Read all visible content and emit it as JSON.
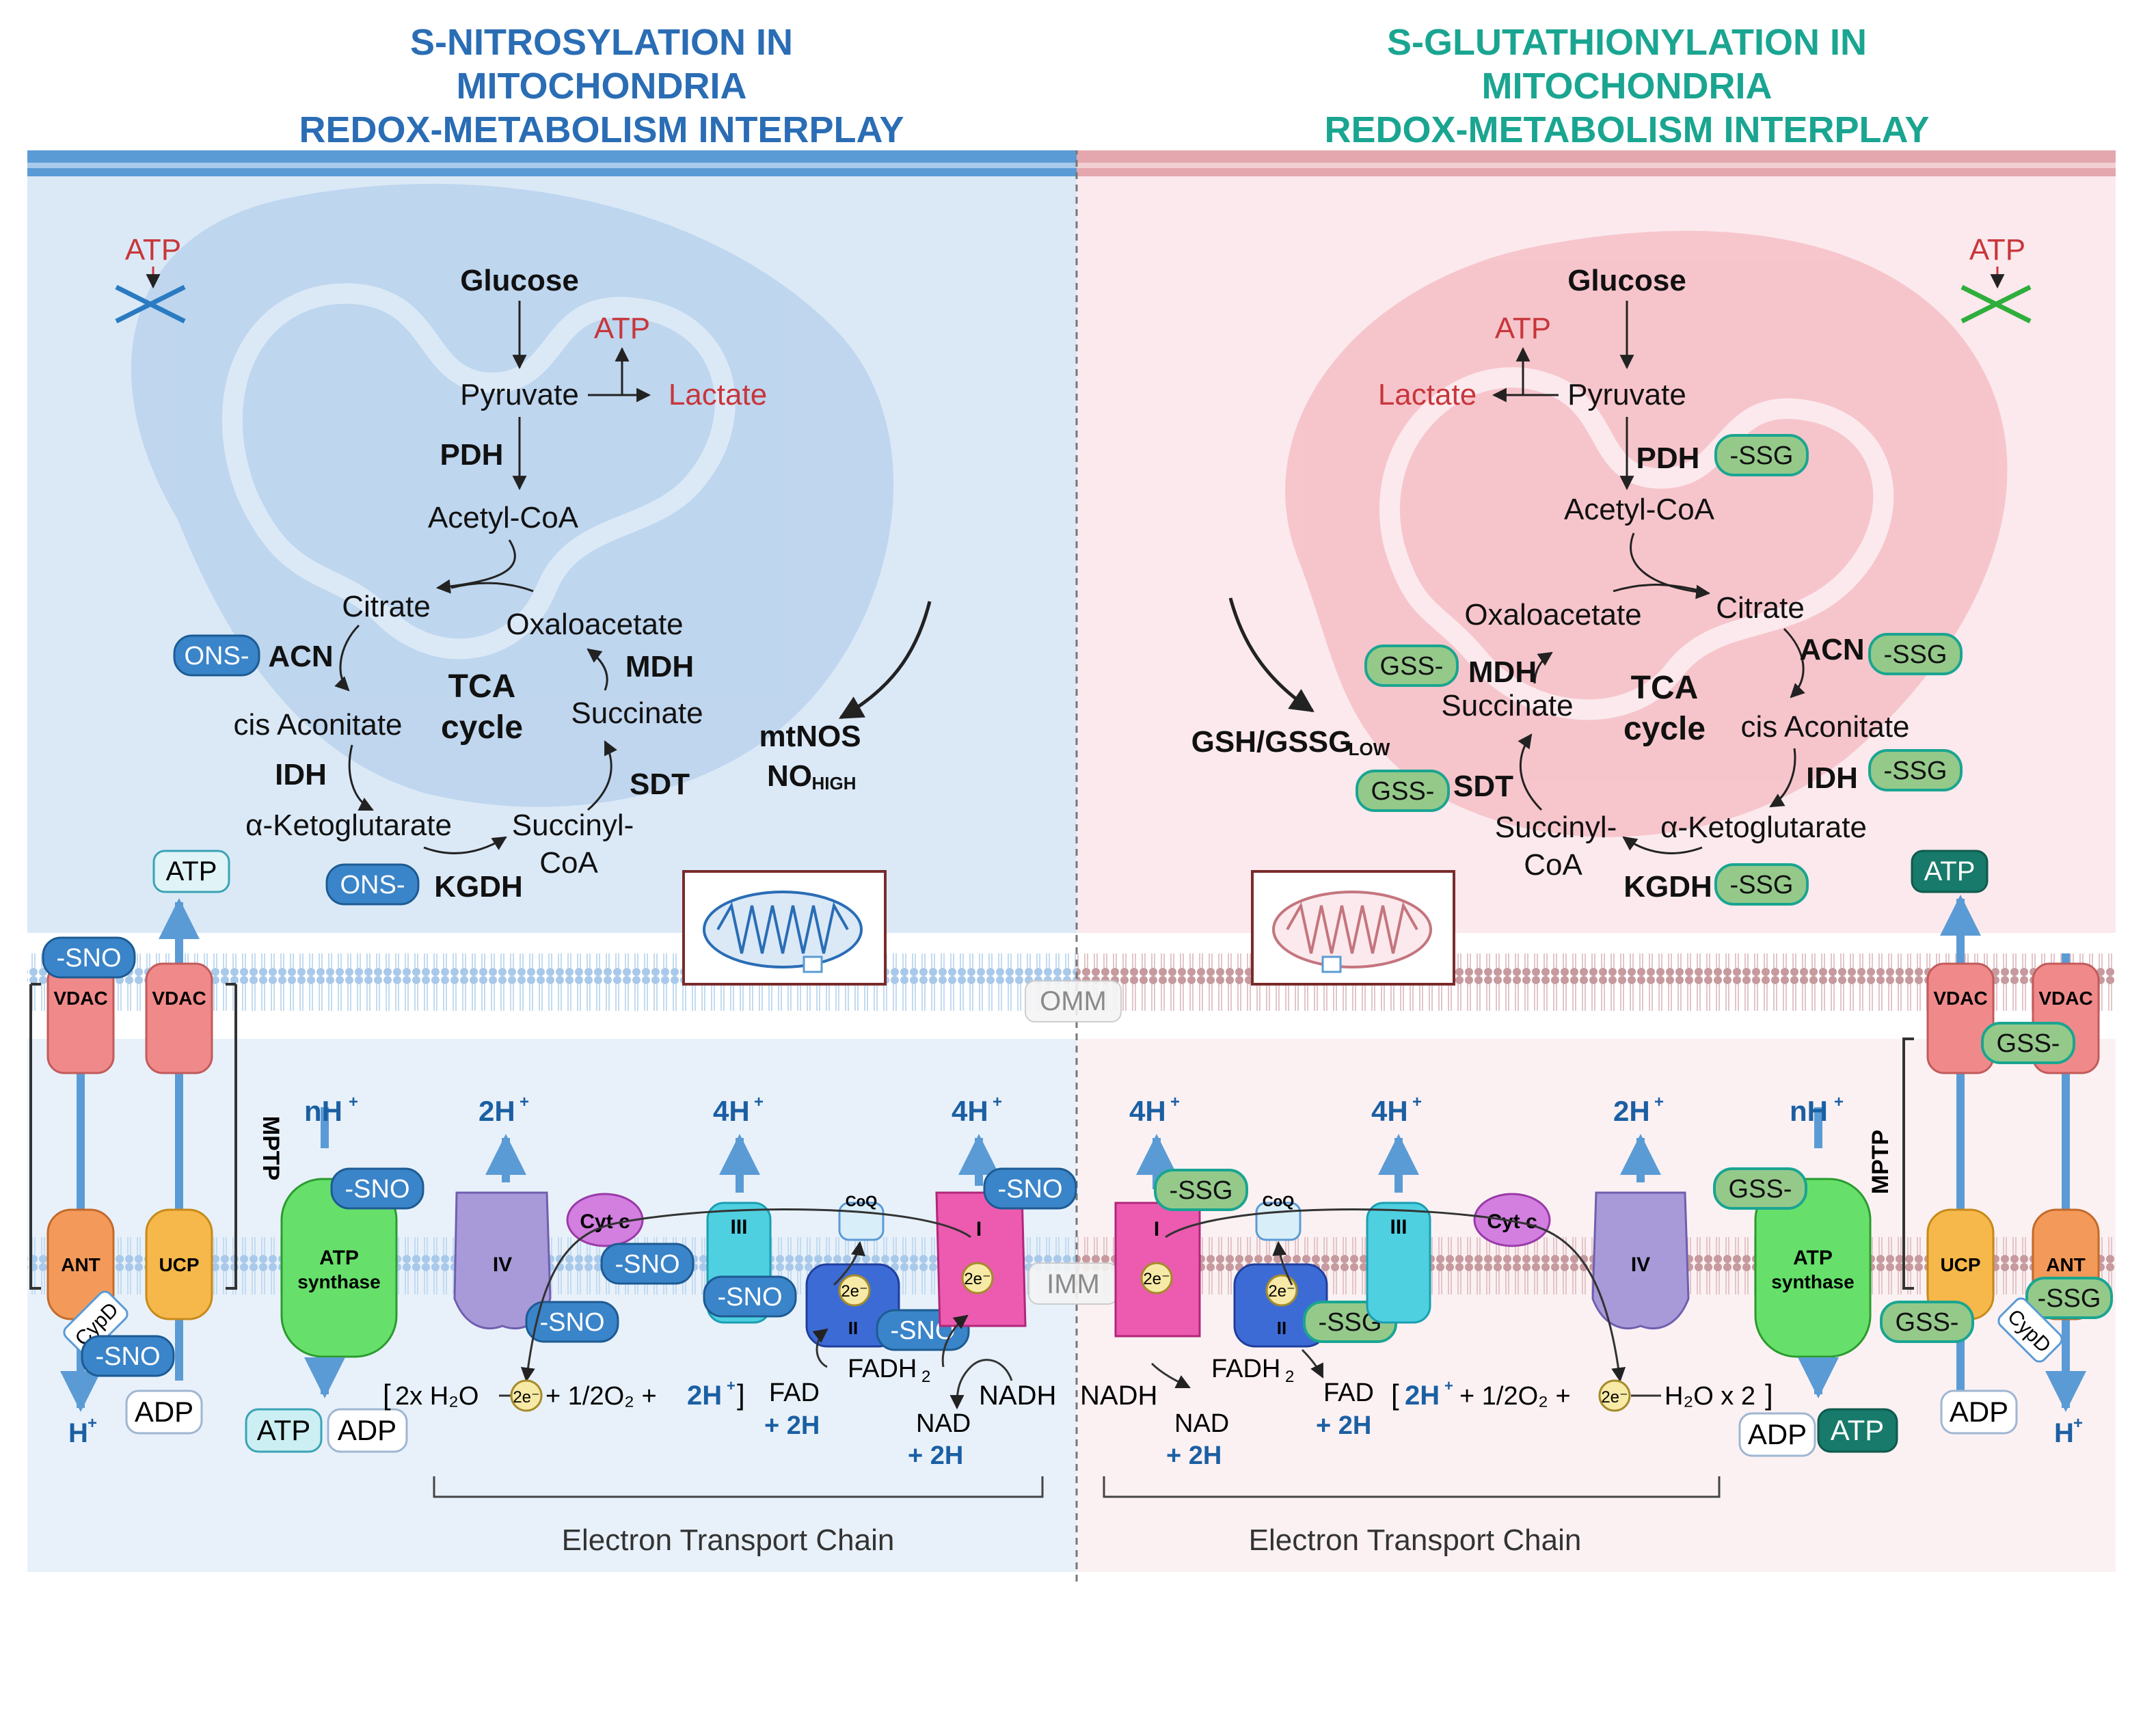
{
  "left": {
    "title_lines": [
      "S-NITROSYLATION IN",
      "MITOCHONDRIA",
      "REDOX-METABOLISM INTERPLAY"
    ],
    "metabolites": {
      "atp_top": "ATP",
      "glucose": "Glucose",
      "atp_glycolysis": "ATP",
      "pyruvate": "Pyruvate",
      "lactate": "Lactate",
      "acetyl_coa": "Acetyl-CoA",
      "citrate": "Citrate",
      "oxaloacetate": "Oxaloacetate",
      "cis_aconitate": "cis Aconitate",
      "succinate": "Succinate",
      "alpha_kg": "α-Ketoglutarate",
      "succinyl": "Succinyl-",
      "coa": "CoA",
      "tca": "TCA",
      "cycle": "cycle"
    },
    "enzymes": {
      "pdh": "PDH",
      "acn": "ACN",
      "idh": "IDH",
      "kgdh": "KGDH",
      "mdh": "MDH",
      "sdt": "SDT"
    },
    "mtnos": "mtNOS",
    "no": "NO",
    "no_sub": "HIGH",
    "badges": {
      "ons": "ONS-",
      "sno": "-SNO"
    },
    "membrane": {
      "vdac": "VDAC",
      "ant": "ANT",
      "ucp": "UCP",
      "mptp": "MPTP",
      "cypd": "CypD",
      "atp_box": "ATP",
      "adp_box": "ADP",
      "h": "H",
      "nh": "nH",
      "atp_synthase_1": "ATP",
      "atp_synthase_2": "synthase",
      "complex_i": "I",
      "complex_ii": "II",
      "complex_iii": "III",
      "complex_iv": "IV",
      "cyt_c": "Cyt c",
      "coq": "CoQ",
      "proton_2h": "2H",
      "proton_4h": "4H",
      "fadh2": "FADH",
      "fad": "FAD",
      "nad": "NAD",
      "nadh": "NADH",
      "plus_2h": "+ 2H",
      "eq_water": "2x H₂O",
      "eq_half_o2": "+ 1/2O₂ +",
      "eq_2h": "2H",
      "e2": "2e⁻"
    },
    "etc_label": "Electron Transport Chain"
  },
  "right": {
    "title_lines": [
      "S-GLUTATHIONYLATION IN",
      "MITOCHONDRIA",
      "REDOX-METABOLISM INTERPLAY"
    ],
    "gsh": "GSH/GSSG",
    "gsh_sub": "LOW",
    "badges": {
      "gss": "GSS-",
      "ssg": "-SSG"
    },
    "eq_tail": "H₂O x 2",
    "etc_label": "Electron Transport Chain"
  },
  "labels": {
    "omm": "OMM",
    "imm": "IMM"
  },
  "colors": {
    "left_title": "#2a6db5",
    "right_title": "#1aa591",
    "left_bg": "#dbe9f7",
    "right_bg": "#fbe9ed",
    "red_text": "#c8363b",
    "blue_badge": "#3a84c9",
    "green_badge": "#95c98a",
    "dark_teal": "#177a6a",
    "proton_blue": "#1b5fa3"
  }
}
